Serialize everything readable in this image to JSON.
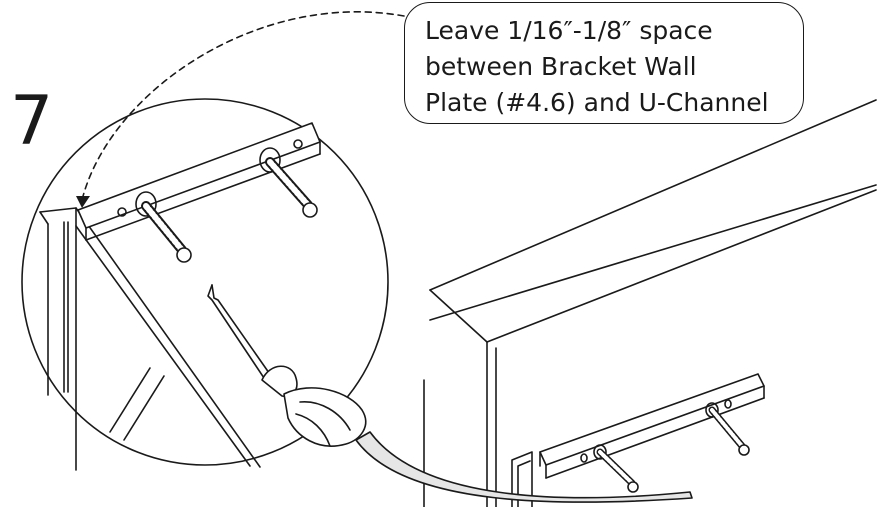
{
  "step": {
    "number": "7"
  },
  "callout": {
    "lines": [
      "Leave 1/16″-1/8″ space",
      "between Bracket Wall",
      "Plate (#4.6) and U-Channel"
    ]
  },
  "colors": {
    "line": "#1a1a1a",
    "fill": "#ffffff",
    "shade": "#e6e6e6"
  },
  "icons": [
    "screwdriver-icon",
    "screw-icon",
    "dashed-arrow-icon"
  ]
}
